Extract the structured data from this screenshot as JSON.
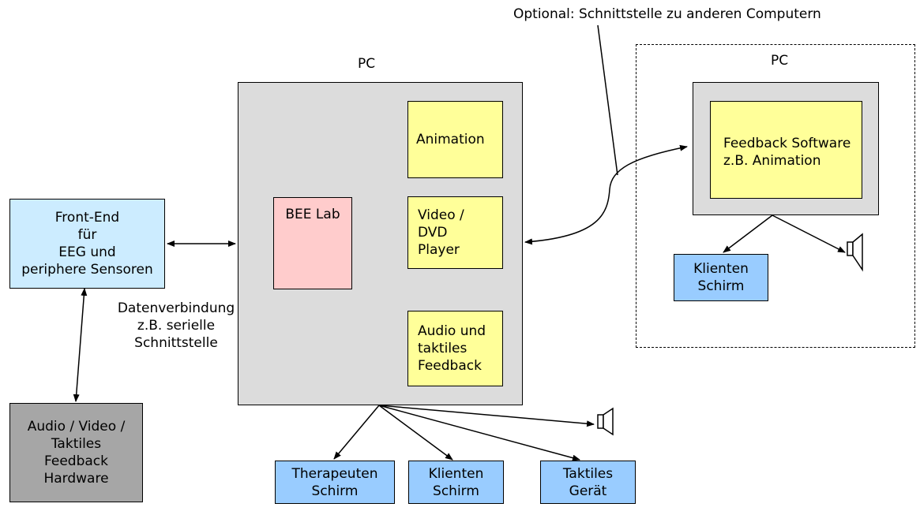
{
  "top_note": "Optional: Schnittstelle zu anderen Computern",
  "pc_main": {
    "label": "PC",
    "bee_lab": "BEE Lab",
    "animation": "Animation",
    "video_lines": [
      "Video /",
      "DVD",
      "Player"
    ],
    "audio_lines": [
      "Audio und",
      "taktiles",
      "Feedback"
    ]
  },
  "pc_remote": {
    "label": "PC",
    "feedback_lines": [
      "Feedback Software",
      "z.B. Animation"
    ],
    "client_screen_lines": [
      "Klienten",
      "Schirm"
    ]
  },
  "front_end_lines": [
    "Front-End",
    "für",
    "EEG und",
    "periphere Sensoren"
  ],
  "data_connection_lines": [
    "Datenverbindung",
    "z.B. serielle",
    "Schnittstelle"
  ],
  "hardware_lines": [
    "Audio / Video /",
    "Taktiles",
    "Feedback",
    "Hardware"
  ],
  "outputs": {
    "therapist_lines": [
      "Therapeuten",
      "Schirm"
    ],
    "client_lines": [
      "Klienten",
      "Schirm"
    ],
    "tactile_lines": [
      "Taktiles",
      "Gerät"
    ]
  },
  "colors": {
    "pc_fill": "#dcdcdc",
    "yellow": "#ffff99",
    "pink": "#ffcccc",
    "light_blue": "#ccecff",
    "blue": "#99ccff",
    "grey": "#a6a6a6"
  },
  "icons": [
    "speaker-icon",
    "speaker-icon"
  ]
}
